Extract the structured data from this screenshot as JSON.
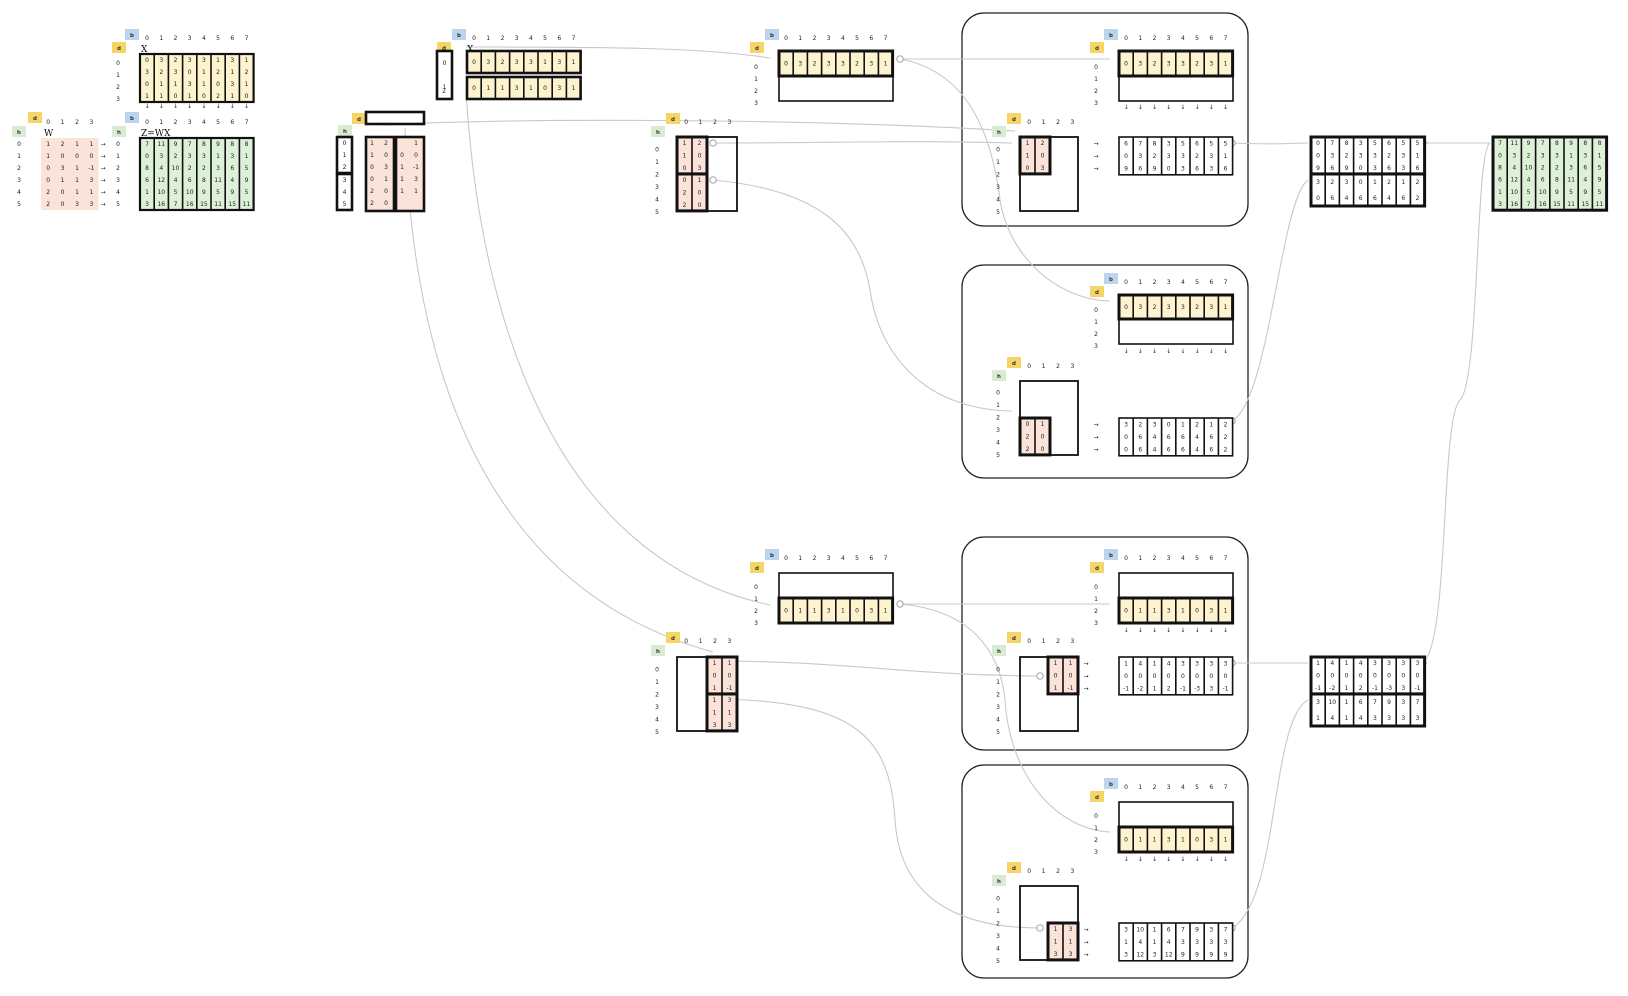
{
  "colors": {
    "x": "#fdf3cf",
    "w": "#fbe3d9",
    "z": "#ddf0d8",
    "b_tag": "#bcd5ee",
    "d_tag": "#f7d466",
    "h_tag": "#d9ecd3",
    "wire": "#c8c8c8"
  },
  "tags": {
    "b": "b",
    "d": "d",
    "h": "h"
  },
  "headers": {
    "b_cols": [
      "0",
      "1",
      "2",
      "3",
      "4",
      "5",
      "6",
      "7"
    ],
    "d_cols": [
      "0",
      "1",
      "2",
      "3"
    ]
  },
  "titles": {
    "x": "X",
    "w": "W",
    "z": "Z=WX"
  },
  "matrices": {
    "X": [
      [
        0,
        3,
        2,
        3,
        3,
        1,
        3,
        1
      ],
      [
        3,
        2,
        3,
        0,
        1,
        2,
        1,
        2
      ],
      [
        0,
        1,
        1,
        3,
        1,
        0,
        3,
        1
      ],
      [
        1,
        1,
        0,
        1,
        0,
        2,
        1,
        0
      ]
    ],
    "W": [
      [
        1,
        2,
        1,
        1
      ],
      [
        1,
        0,
        0,
        0
      ],
      [
        0,
        3,
        1,
        -1
      ],
      [
        0,
        1,
        1,
        3
      ],
      [
        2,
        0,
        1,
        1
      ],
      [
        2,
        0,
        3,
        3
      ]
    ],
    "Z": [
      [
        7,
        11,
        9,
        7,
        8,
        9,
        8,
        8
      ],
      [
        0,
        3,
        2,
        3,
        3,
        1,
        3,
        1
      ],
      [
        8,
        4,
        10,
        2,
        2,
        3,
        6,
        5
      ],
      [
        6,
        12,
        4,
        6,
        8,
        11,
        4,
        9
      ],
      [
        1,
        10,
        5,
        10,
        9,
        5,
        9,
        5
      ],
      [
        3,
        16,
        7,
        16,
        15,
        11,
        15,
        11
      ]
    ],
    "X_row0": [
      0,
      3,
      2,
      3,
      3,
      2,
      3,
      1
    ],
    "X_row2": [
      0,
      1,
      1,
      3,
      1,
      0,
      3,
      1
    ],
    "W_a": [
      [
        1,
        2
      ],
      [
        1,
        0
      ],
      [
        0,
        3
      ]
    ],
    "W_b": [
      [
        0,
        1
      ],
      [
        2,
        0
      ],
      [
        2,
        0
      ]
    ],
    "W_c": [
      [
        1,
        1
      ],
      [
        0,
        0
      ],
      [
        1,
        -1
      ]
    ],
    "W_d": [
      [
        1,
        3
      ],
      [
        1,
        1
      ],
      [
        3,
        3
      ]
    ],
    "P_a": [
      [
        6,
        7,
        8,
        3,
        5,
        6,
        5,
        5
      ],
      [
        0,
        3,
        2,
        3,
        3,
        2,
        3,
        1
      ],
      [
        9,
        6,
        9,
        0,
        3,
        6,
        3,
        6
      ]
    ],
    "P_b": [
      [
        3,
        2,
        3,
        0,
        1,
        2,
        1,
        2
      ],
      [
        0,
        6,
        4,
        6,
        6,
        4,
        6,
        2
      ],
      [
        0,
        6,
        4,
        6,
        6,
        4,
        6,
        2
      ]
    ],
    "P_c": [
      [
        1,
        4,
        1,
        4,
        3,
        3,
        3,
        3
      ],
      [
        0,
        0,
        0,
        0,
        0,
        0,
        0,
        0
      ],
      [
        -1,
        -2,
        1,
        2,
        -1,
        -3,
        3,
        -1
      ]
    ],
    "P_d": [
      [
        3,
        10,
        1,
        6,
        7,
        9,
        3,
        7
      ],
      [
        1,
        4,
        1,
        4,
        3,
        3,
        3,
        3
      ],
      [
        3,
        12,
        3,
        12,
        9,
        9,
        9,
        9
      ]
    ],
    "S_top": [
      [
        0,
        7,
        8,
        3,
        5,
        6,
        5,
        5
      ],
      [
        0,
        3,
        2,
        3,
        3,
        2,
        3,
        1
      ],
      [
        9,
        6,
        9,
        0,
        3,
        6,
        3,
        6
      ],
      [
        3,
        2,
        3,
        0,
        1,
        2,
        1,
        2
      ],
      [
        0,
        6,
        4,
        6,
        6,
        4,
        6,
        2
      ]
    ],
    "S_bot": [
      [
        1,
        4,
        1,
        4,
        3,
        3,
        3,
        3
      ],
      [
        0,
        0,
        0,
        0,
        0,
        0,
        0,
        0
      ],
      [
        -1,
        -2,
        1,
        2,
        -1,
        -3,
        3,
        -1
      ],
      [
        3,
        10,
        1,
        6,
        7,
        9,
        3,
        7
      ],
      [
        1,
        4,
        1,
        4,
        3,
        3,
        3,
        3
      ]
    ],
    "K_parts": [
      [
        0
      ],
      [
        1
      ],
      [
        2
      ],
      [
        3
      ],
      [
        4
      ]
    ],
    "R_parts": [
      [
        "",
        "",
        ""
      ],
      [
        "",
        "",
        ""
      ]
    ],
    "XS": [
      [
        0,
        3,
        2,
        3,
        3,
        1,
        3,
        1
      ],
      [
        0,
        1,
        1,
        3,
        1,
        0,
        3,
        1
      ]
    ],
    "WS": [
      [
        1,
        2,
        "",
        1
      ],
      [
        1,
        0,
        0,
        0
      ],
      [
        0,
        3,
        1,
        -1
      ],
      [
        0,
        1,
        1,
        3
      ],
      [
        2,
        0,
        1,
        1
      ],
      [
        2,
        0,
        "",
        ""
      ]
    ]
  }
}
